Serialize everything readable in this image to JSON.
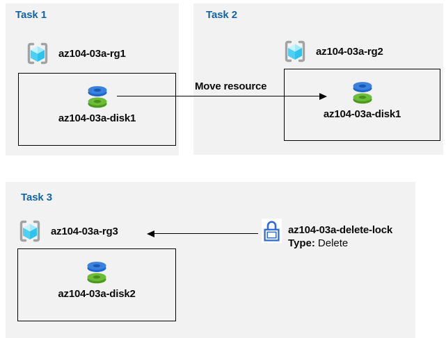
{
  "colors": {
    "panel_bg": "#F2F2F2",
    "task_label": "#1464A5",
    "arrow": "#000000",
    "lock_blue": "#2E6BD6",
    "disk_blue": "#3B82DC",
    "disk_green": "#6CBC39",
    "cube_top": "#C7F3FF",
    "bracket_gray": "#A0A3A6"
  },
  "icons": {
    "resource_group": "resource-group-brackets-cube-icon",
    "disk": "managed-disk-stack-icon",
    "lock": "padlock-icon"
  },
  "task1": {
    "label": "Task 1",
    "resource_group": "az104-03a-rg1",
    "resource": "az104-03a-disk1"
  },
  "task2": {
    "label": "Task 2",
    "resource_group": "az104-03a-rg2",
    "resource": "az104-03a-disk1"
  },
  "task3": {
    "label": "Task 3",
    "resource_group": "az104-03a-rg3",
    "resource": "az104-03a-disk2"
  },
  "move_arrow": {
    "label": "Move resource"
  },
  "lock": {
    "name": "az104-03a-delete-lock",
    "type_label": "Type:",
    "type_value": "Delete"
  }
}
